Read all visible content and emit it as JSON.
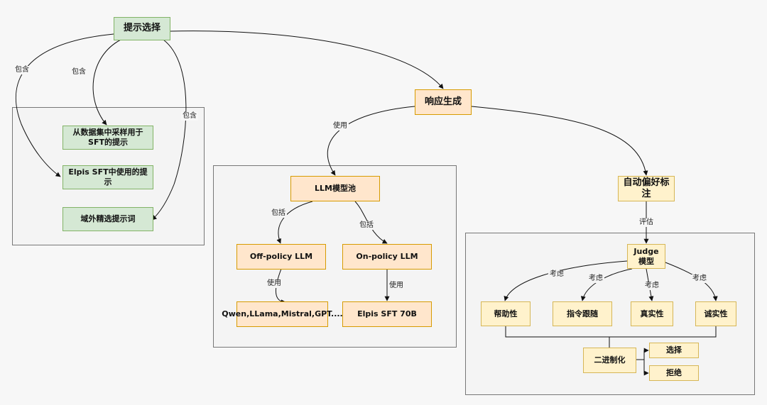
{
  "nodes": {
    "prompt_selection": "提示选择",
    "sampled_sft_prompts": "从数据集中采样用于SFT的提示",
    "elpis_sft_prompts": "Elpis SFT中使用的提示",
    "ood_prompts": "域外精选提示词",
    "response_generation": "响应生成",
    "llm_pool": "LLM模型池",
    "off_policy": "Off-policy LLM",
    "on_policy": "On-policy LLM",
    "off_policy_models": "Qwen,LLama,Mistral,GPT....",
    "elpis_sft_70b": "Elpis SFT 70B",
    "auto_annotation": "自动偏好标注",
    "judge_model": "Judge模型",
    "helpfulness": "帮助性",
    "instruction_following": "指令跟随",
    "truthfulness": "真实性",
    "honesty": "诚实性",
    "binarization": "二进制化",
    "chosen": "选择",
    "rejected": "拒绝"
  },
  "edge_labels": {
    "contains_1": "包含",
    "contains_2": "包含",
    "contains_3": "包含",
    "use_1": "使用",
    "include_1": "包括",
    "include_2": "包括",
    "use_2": "使用",
    "use_3": "使用",
    "evaluate": "评估",
    "consider_1": "考虑",
    "consider_2": "考虑",
    "consider_3": "考虑",
    "consider_4": "考虑"
  }
}
